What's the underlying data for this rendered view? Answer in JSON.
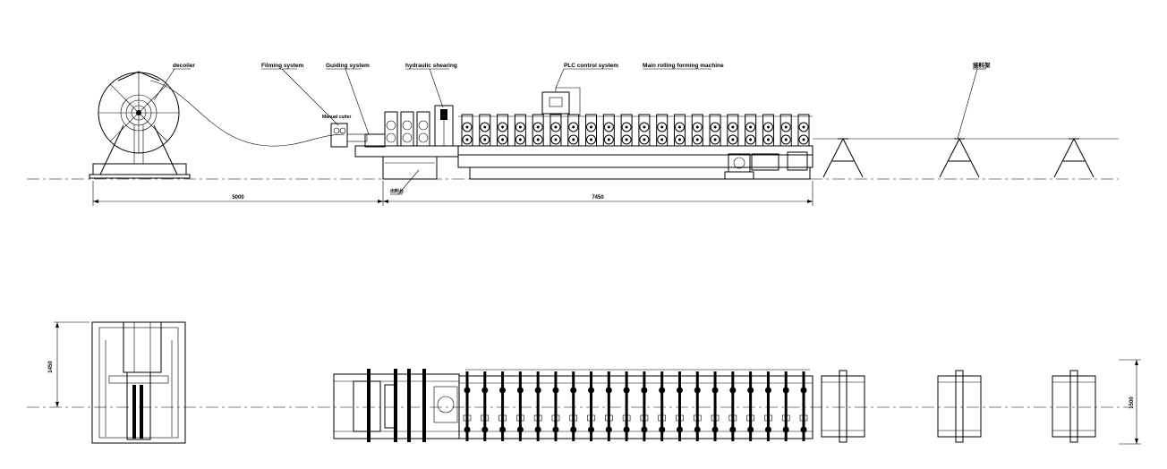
{
  "labels": {
    "decoiler": "decoiler",
    "filming_system": "Filming system",
    "guiding_system": "Guiding system",
    "hydraulic_shearing": "hydraulic shearing",
    "plc_control": "PLC control system",
    "main_rolling": "Main rolling forming machine",
    "runout_table": "接料架",
    "manual_cutter": "Manual cutter",
    "cutter_table": "出料台"
  },
  "dimensions": {
    "decoiler_to_machine": "5000",
    "machine_length": "7450",
    "decoiler_width": "1450",
    "machine_width": "1500"
  },
  "views": [
    "side-elevation",
    "plan-view"
  ],
  "forming_station_count": 20
}
